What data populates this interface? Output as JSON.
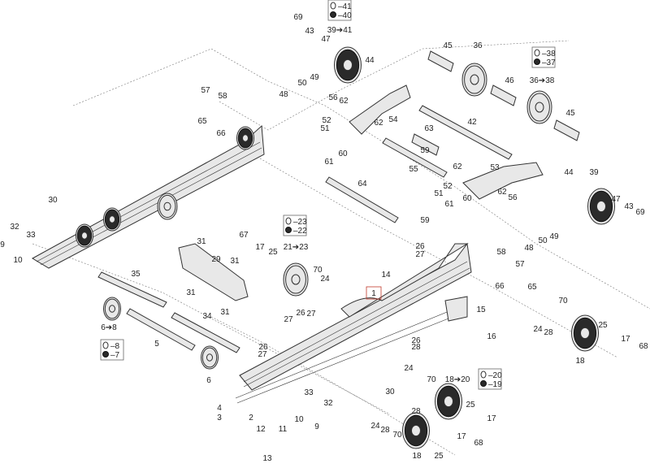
{
  "diagram": {
    "title": "Rear suspension exploded parts view",
    "callouts": [
      "69",
      "43",
      "47",
      "39➔41",
      "45",
      "36",
      "44",
      "46",
      "36➔38",
      "45",
      "48",
      "50",
      "49",
      "57",
      "58",
      "65",
      "66",
      "56",
      "62",
      "52",
      "51",
      "62",
      "54",
      "63",
      "42",
      "61",
      "60",
      "55",
      "59",
      "62",
      "53",
      "52",
      "51",
      "61",
      "60",
      "62",
      "56",
      "44",
      "39",
      "47",
      "43",
      "69",
      "64",
      "59",
      "48",
      "50",
      "49",
      "30",
      "32",
      "33",
      "9",
      "10",
      "31",
      "29",
      "31",
      "31",
      "31",
      "67",
      "17",
      "25",
      "21➔23",
      "70",
      "24",
      "26",
      "27",
      "27",
      "35",
      "34",
      "6➔8",
      "5",
      "6",
      "26",
      "27",
      "33",
      "4",
      "3",
      "2",
      "10",
      "9",
      "32",
      "12",
      "11",
      "13",
      "26",
      "27",
      "14",
      "15",
      "16",
      "58",
      "57",
      "66",
      "65",
      "24",
      "28",
      "70",
      "25",
      "17",
      "18",
      "68",
      "26",
      "28",
      "24",
      "30",
      "70",
      "18➔20",
      "28",
      "24",
      "28",
      "70",
      "25",
      "17",
      "18",
      "25",
      "17",
      "68",
      "1"
    ],
    "kits": [
      {
        "seal": "41",
        "bearing": "40"
      },
      {
        "seal": "38",
        "bearing": "37"
      },
      {
        "seal": "23",
        "bearing": "22"
      },
      {
        "seal": "8",
        "bearing": "7"
      },
      {
        "seal": "20",
        "bearing": "19"
      }
    ],
    "accent_box_color": "#c0392b"
  }
}
